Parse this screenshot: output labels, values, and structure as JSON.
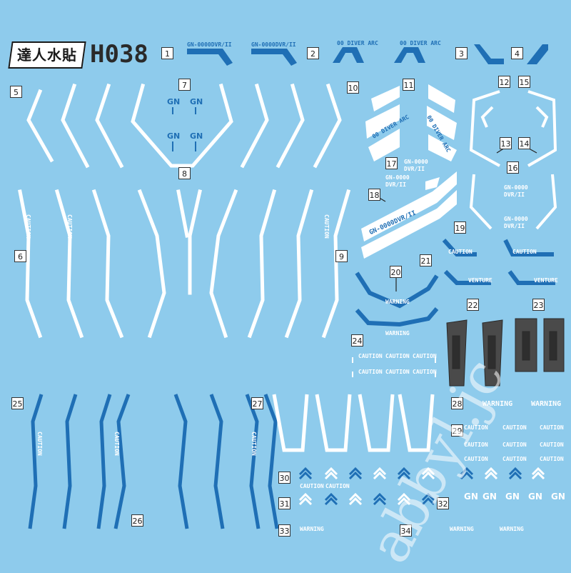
{
  "sheet": {
    "logo_text": "達人水貼",
    "product_code": "H038",
    "background_color": "#8ecbec",
    "decal_colors": [
      "#ffffff",
      "#1f6fb5",
      "#4a4a4a"
    ]
  },
  "numbers": [
    "1",
    "2",
    "3",
    "4",
    "5",
    "6",
    "7",
    "8",
    "9",
    "10",
    "11",
    "12",
    "13",
    "14",
    "15",
    "16",
    "17",
    "18",
    "19",
    "20",
    "21",
    "22",
    "23",
    "24",
    "25",
    "26",
    "27",
    "28",
    "29",
    "30",
    "31",
    "32",
    "33",
    "34"
  ],
  "labels": {
    "model_code": "GN-0000DVR/II",
    "diver_arc": "00 DIVER ARC",
    "gn_code": "GN-0000",
    "dvr": "DVR/II",
    "gn": "GN",
    "caution": "CAUTION",
    "warning": "WARNING",
    "thruster": "VENTURE"
  },
  "watermark": "abbyl.jc"
}
